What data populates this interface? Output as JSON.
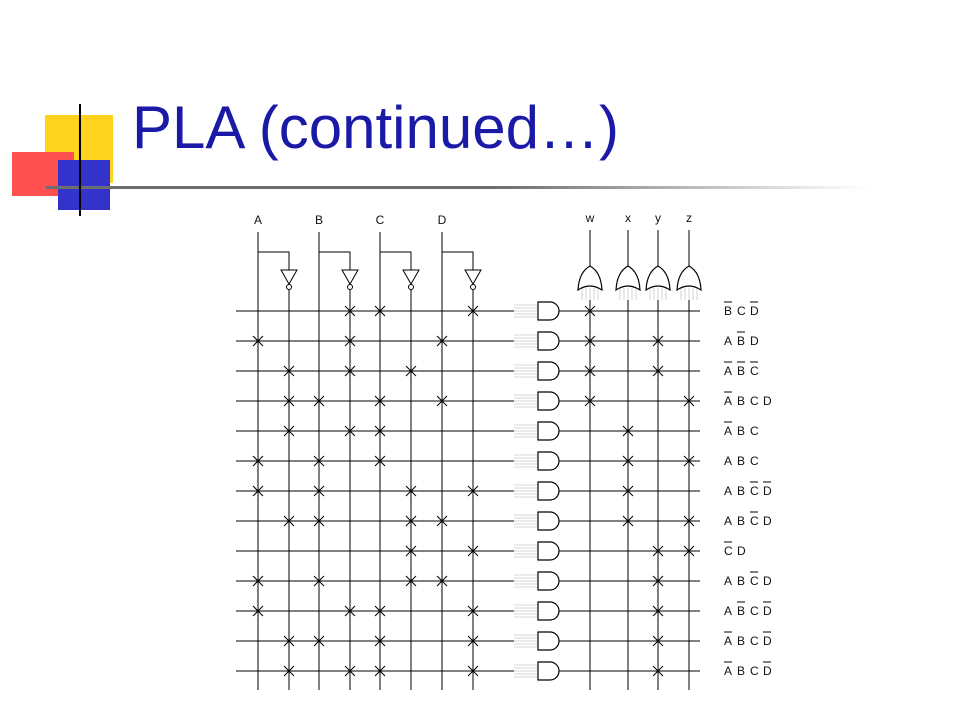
{
  "slide": {
    "title": "PLA (continued…)"
  },
  "colors": {
    "title": "#1a1aa6",
    "accent_yellow": "#ffd21e",
    "accent_red": "#ff5050",
    "accent_blue": "#3333cc",
    "rule_line": "#6e6e6e",
    "wire": "#000000"
  },
  "diagram": {
    "inputs": [
      "A",
      "B",
      "C",
      "D"
    ],
    "outputs": [
      "w",
      "x",
      "y",
      "z"
    ],
    "and_plane_columns": [
      "A",
      "A'",
      "B",
      "B'",
      "C",
      "C'",
      "D",
      "D'"
    ],
    "or_plane_columns": [
      "w",
      "x",
      "y",
      "z"
    ],
    "product_terms": [
      {
        "vars": [
          {
            "name": "B",
            "bar": true
          },
          {
            "name": "C",
            "bar": false
          },
          {
            "name": "D",
            "bar": true
          }
        ],
        "and_connections": [
          "B'",
          "C",
          "D'"
        ],
        "or_connections": [
          "w"
        ]
      },
      {
        "vars": [
          {
            "name": "A",
            "bar": false
          },
          {
            "name": "B",
            "bar": true
          },
          {
            "name": "D",
            "bar": false
          }
        ],
        "and_connections": [
          "A",
          "B'",
          "D"
        ],
        "or_connections": [
          "w",
          "y"
        ]
      },
      {
        "vars": [
          {
            "name": "A",
            "bar": true
          },
          {
            "name": "B",
            "bar": true
          },
          {
            "name": "C",
            "bar": true
          }
        ],
        "and_connections": [
          "A'",
          "B'",
          "C'"
        ],
        "or_connections": [
          "w",
          "y"
        ]
      },
      {
        "vars": [
          {
            "name": "A",
            "bar": true
          },
          {
            "name": "B",
            "bar": false
          },
          {
            "name": "C",
            "bar": false
          },
          {
            "name": "D",
            "bar": false
          }
        ],
        "and_connections": [
          "A'",
          "B",
          "C",
          "D"
        ],
        "or_connections": [
          "w",
          "z"
        ]
      },
      {
        "vars": [
          {
            "name": "A",
            "bar": true
          },
          {
            "name": "B",
            "bar": false
          },
          {
            "name": "C",
            "bar": false
          }
        ],
        "and_connections": [
          "A'",
          "B'",
          "C"
        ],
        "or_connections": [
          "x"
        ]
      },
      {
        "vars": [
          {
            "name": "A",
            "bar": false
          },
          {
            "name": "B",
            "bar": false
          },
          {
            "name": "C",
            "bar": false
          }
        ],
        "and_connections": [
          "A",
          "B",
          "C"
        ],
        "or_connections": [
          "x",
          "z"
        ]
      },
      {
        "vars": [
          {
            "name": "A",
            "bar": false
          },
          {
            "name": "B",
            "bar": false
          },
          {
            "name": "C",
            "bar": true
          },
          {
            "name": "D",
            "bar": true
          }
        ],
        "and_connections": [
          "A",
          "B",
          "C'",
          "D'"
        ],
        "or_connections": [
          "x"
        ]
      },
      {
        "vars": [
          {
            "name": "A",
            "bar": false
          },
          {
            "name": "B",
            "bar": false
          },
          {
            "name": "C",
            "bar": true
          },
          {
            "name": "D",
            "bar": false
          }
        ],
        "and_connections": [
          "A'",
          "B",
          "C'",
          "D"
        ],
        "or_connections": [
          "x",
          "z"
        ]
      },
      {
        "vars": [
          {
            "name": "C",
            "bar": true
          },
          {
            "name": "D",
            "bar": false
          }
        ],
        "and_connections": [
          "C'",
          "D'"
        ],
        "or_connections": [
          "y",
          "z"
        ]
      },
      {
        "vars": [
          {
            "name": "A",
            "bar": false
          },
          {
            "name": "B",
            "bar": false
          },
          {
            "name": "C",
            "bar": true
          },
          {
            "name": "D",
            "bar": false
          }
        ],
        "and_connections": [
          "A",
          "B",
          "C'",
          "D"
        ],
        "or_connections": [
          "y"
        ]
      },
      {
        "vars": [
          {
            "name": "A",
            "bar": false
          },
          {
            "name": "B",
            "bar": true
          },
          {
            "name": "C",
            "bar": false
          },
          {
            "name": "D",
            "bar": true
          }
        ],
        "and_connections": [
          "A",
          "B'",
          "C",
          "D'"
        ],
        "or_connections": [
          "y"
        ]
      },
      {
        "vars": [
          {
            "name": "A",
            "bar": true
          },
          {
            "name": "B",
            "bar": false
          },
          {
            "name": "C",
            "bar": false
          },
          {
            "name": "D",
            "bar": true
          }
        ],
        "and_connections": [
          "A'",
          "B",
          "C",
          "D'"
        ],
        "or_connections": [
          "y"
        ]
      },
      {
        "vars": [
          {
            "name": "A",
            "bar": true
          },
          {
            "name": "B",
            "bar": false
          },
          {
            "name": "C",
            "bar": false
          },
          {
            "name": "D",
            "bar": true
          }
        ],
        "and_connections": [
          "A'",
          "B'",
          "C",
          "D'"
        ],
        "or_connections": [
          "y"
        ]
      }
    ]
  }
}
